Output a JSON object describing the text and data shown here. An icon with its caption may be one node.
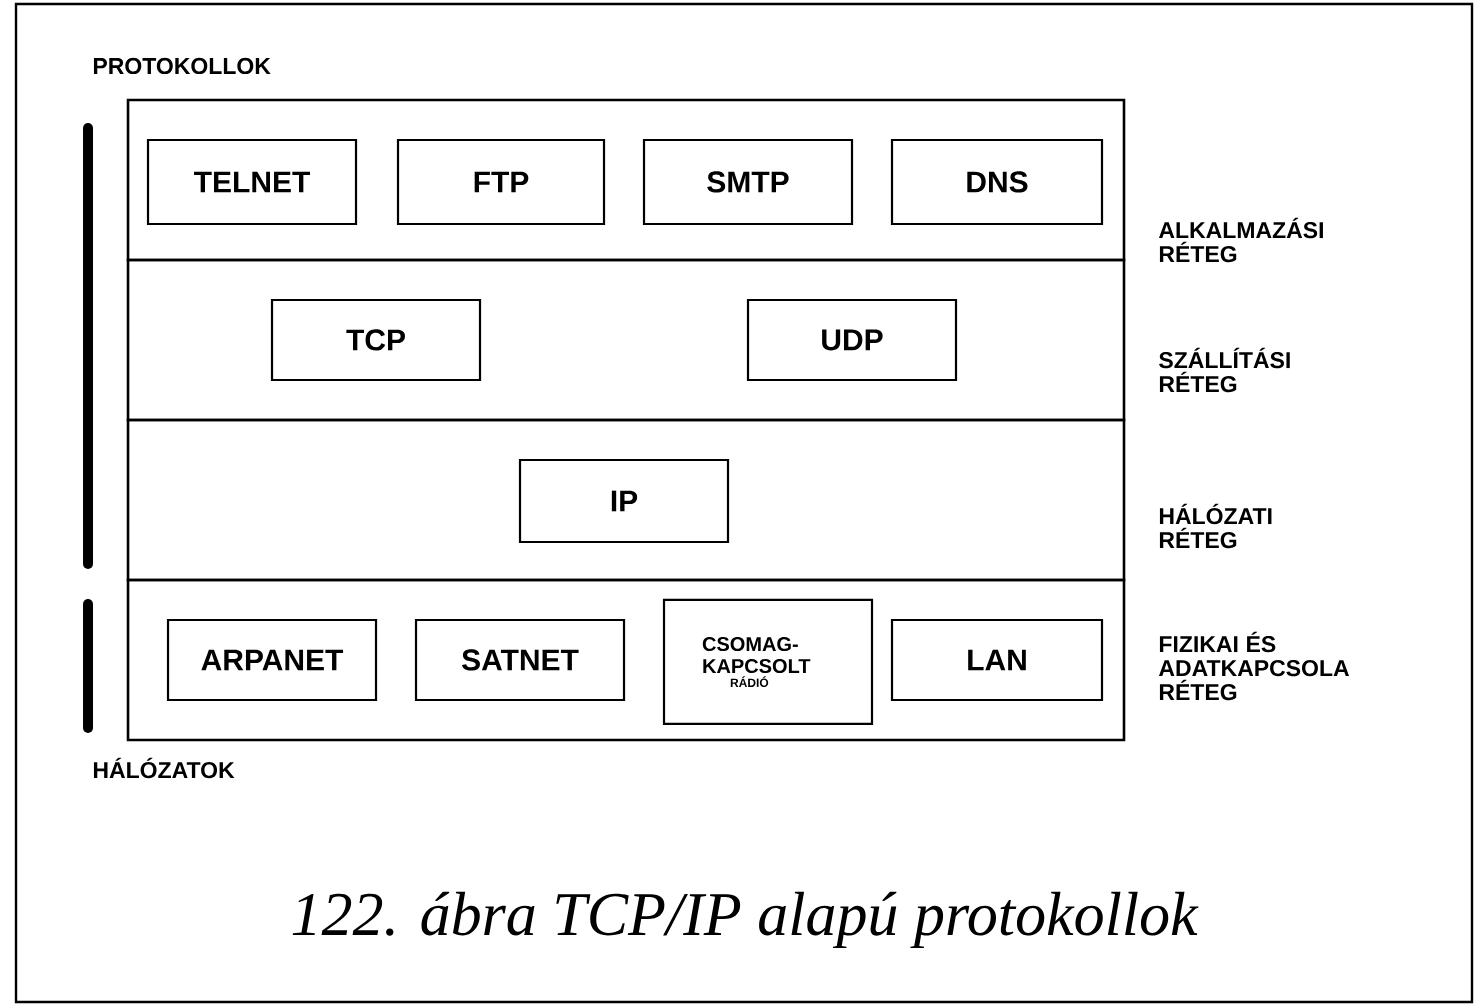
{
  "diagram": {
    "caption": "122. ábra TCP/IP alapú protokollok",
    "nodes": [
      {
        "text": [],
        "shape": "box",
        "beside": [
          "ALKALMAZÁSI RÉTEG"
        ]
      },
      {
        "text": [
          "TELNET"
        ],
        "in": 0
      },
      {
        "text": [
          "FTP"
        ],
        "in": 0
      },
      {
        "text": [
          "SMTP"
        ],
        "in": 0
      },
      {
        "text": [
          "DNS"
        ],
        "in": 0
      },
      {
        "text": [],
        "shape": "box",
        "beside": [
          "SZÁLLÍTÁSI RÉTEG"
        ]
      },
      {
        "text": [
          "TCP"
        ],
        "in": 5
      },
      {
        "text": [
          "UDP"
        ],
        "in": 5
      },
      {
        "text": [],
        "shape": "box",
        "beside": [
          "HÁLÓZATI RÉTEG"
        ]
      },
      {
        "text": [
          "IP"
        ],
        "in": 8
      },
      {
        "text": [],
        "shape": "box",
        "beside": [
          "FIZIKAI ÉS ADATKAPCSOLA RÉTEG"
        ]
      },
      {
        "text": [
          "ARPANET"
        ],
        "in": 10
      },
      {
        "text": [
          "SATNET"
        ],
        "in": 10
      },
      {
        "text": [
          "CSOMAG- KAPCSOLT",
          "RÁDIÓ"
        ],
        "in": 10
      },
      {
        "text": [
          "LAN"
        ],
        "in": 10
      }
    ],
    "labels": [
      "PROTOKOLLOK",
      "HÁLÓZATOK"
    ]
  }
}
